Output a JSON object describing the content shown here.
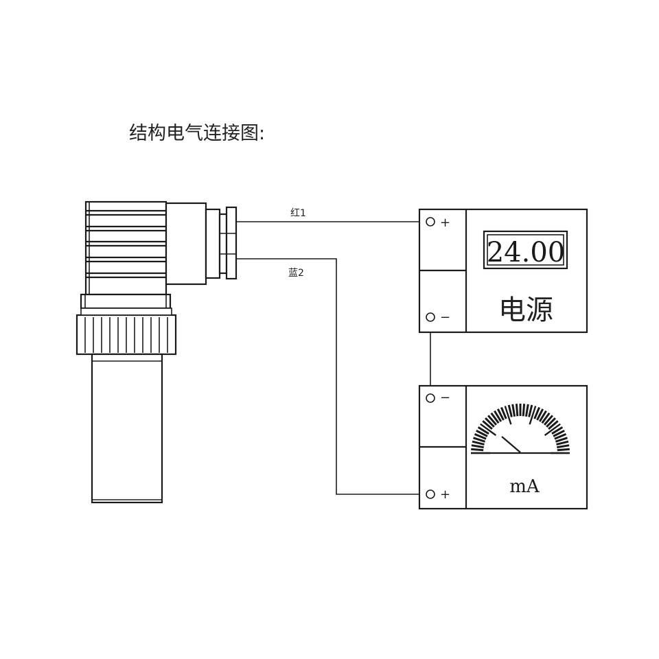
{
  "title": "结构电气连接图:",
  "wires": {
    "red_label": "红1",
    "blue_label": "蓝2"
  },
  "power_supply": {
    "display_value": "24.00",
    "label": "电源",
    "terminal_plus": "+",
    "terminal_minus": "−"
  },
  "meter": {
    "unit": "mA",
    "terminal_minus": "−",
    "terminal_plus": "+"
  }
}
